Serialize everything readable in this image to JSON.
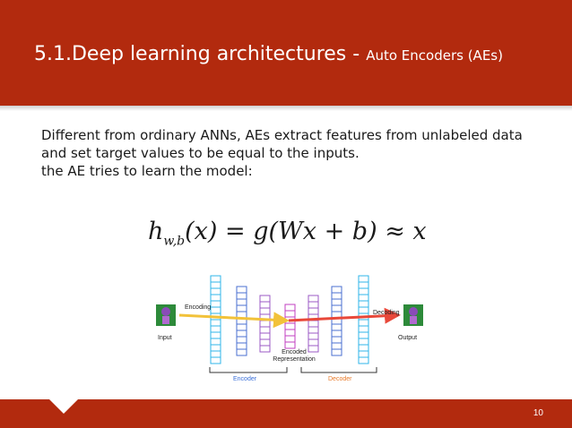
{
  "slide": {
    "title_main": "5.1.Deep learning architectures - ",
    "title_sub": "Auto Encoders (AEs)",
    "body_line1": "Different from ordinary ANNs, AEs extract features from unlabeled data and set target values to be equal to the inputs.",
    "body_line2": "the AE tries to learn the model:",
    "page_number": "10"
  },
  "formula": {
    "lhs": "h",
    "lhs_sub": "w,b",
    "rest": "(x) = g(Wx + b) ≈ x"
  },
  "diagram": {
    "encoding_label": "Encoding",
    "decoding_label": "Decoding",
    "input_label": "Input",
    "output_label": "Output",
    "encoded_label_1": "Encoded",
    "encoded_label_2": "Representation",
    "encoder_label": "Encoder",
    "decoder_label": "Decoder",
    "colors": {
      "layer1": "#2fb6ea",
      "layer2": "#4a6fd1",
      "layer3": "#9b59c4",
      "layer4": "#c03fc0",
      "encoding_arrow": "#f2c23a",
      "decoding_arrow": "#e8483a",
      "encoder_text": "#3a6fd8",
      "decoder_text": "#e87a2a"
    }
  }
}
